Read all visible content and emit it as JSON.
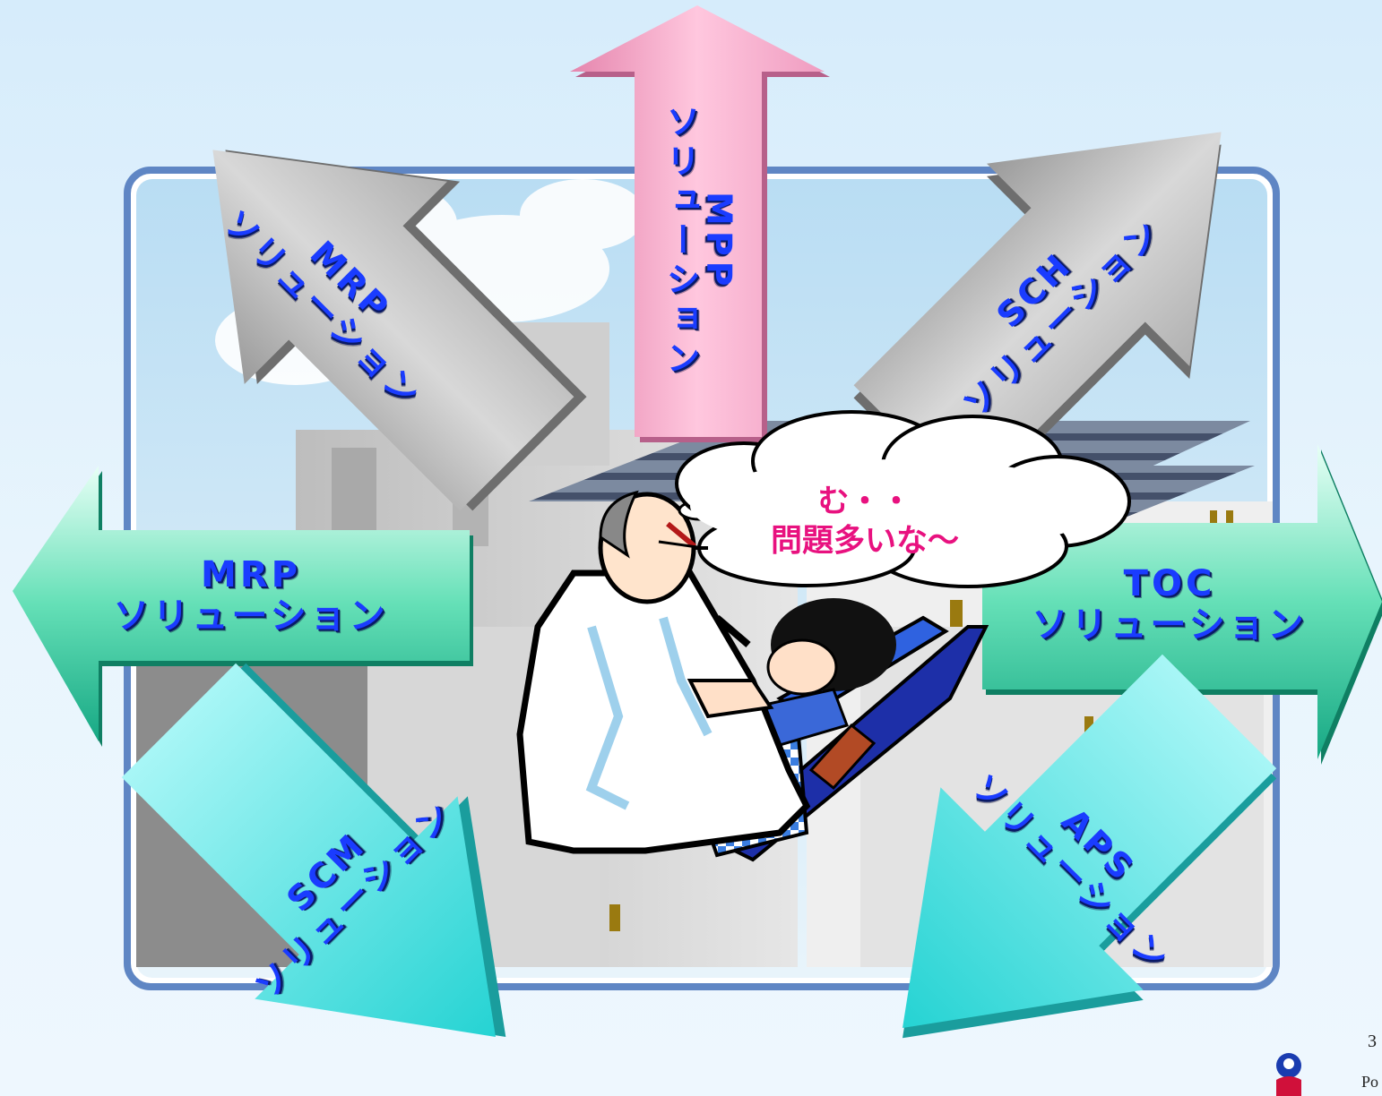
{
  "arrows": {
    "mrp_up": {
      "line1": "MRP",
      "line2": "ソリューション"
    },
    "mpp_up": {
      "line1": "MPP",
      "line2": "ソリューション"
    },
    "sch_up": {
      "line1": "SCH",
      "line2": "ソリューション"
    },
    "mrp_left": {
      "line1": "MRP",
      "line2": "ソリューション"
    },
    "toc_right": {
      "line1": "TOC",
      "line2": "ソリューション"
    },
    "scm_down": {
      "line1": "SCM",
      "line2": "ソリューション"
    },
    "aps_down": {
      "line1": "APS",
      "line2": "ソリューション"
    }
  },
  "speech_bubble": {
    "line1": "む・・",
    "line2": "問題多いな～"
  },
  "footer": {
    "page_number": "3",
    "text": "Po"
  },
  "colors": {
    "gray_arrow": "#c4c4c4",
    "pink_arrow": "#f4a9c8",
    "green_arrow": "#3fcf9f",
    "cyan_arrow": "#57e3e3",
    "label_blue": "#1a3cff",
    "speech_pink": "#e8117f",
    "frame_blue": "#6a8fc8"
  },
  "icons": [
    "factory-illustration",
    "doctor-illustration",
    "patient-illustration",
    "speech-bubble",
    "logo-icon"
  ]
}
